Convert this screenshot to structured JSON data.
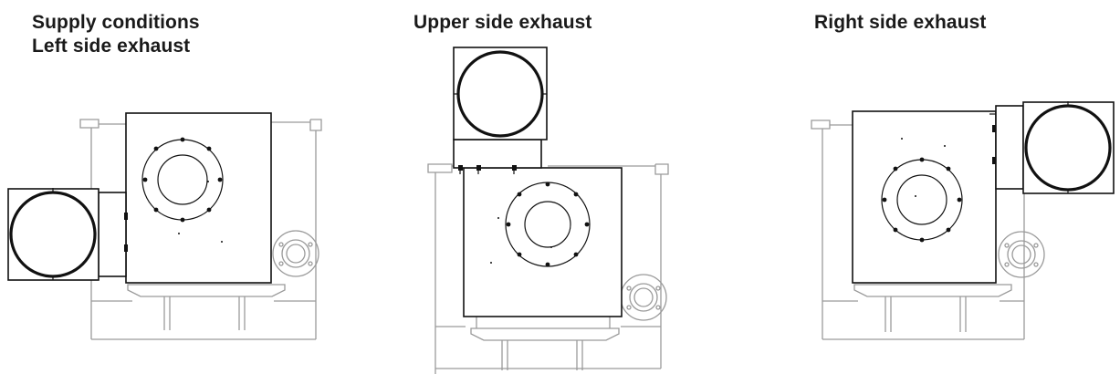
{
  "labels": {
    "supply_conditions": "Supply conditions",
    "left_side_exhaust": "Left side exhaust",
    "upper_side_exhaust": "Upper side exhaust",
    "right_side_exhaust": "Right side exhaust"
  },
  "colors": {
    "outline": "#111111",
    "background_lines": "#9a9a9a",
    "text": "#1a1a1a"
  }
}
